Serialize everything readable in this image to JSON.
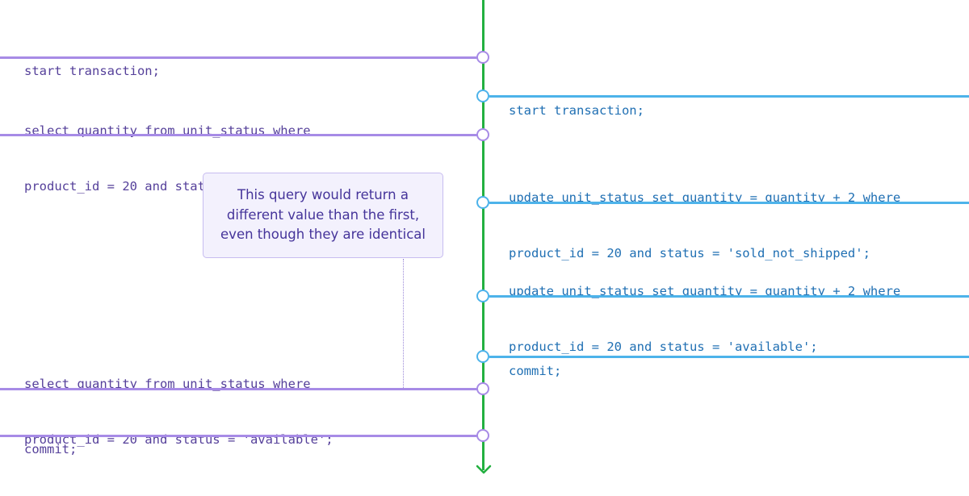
{
  "transaction_a": {
    "steps": [
      {
        "lines": [
          "start transaction;"
        ]
      },
      {
        "lines": [
          "select quantity from unit_status where",
          "product_id = 20 and status = 'available';"
        ]
      },
      {
        "lines": [
          "select quantity from unit_status where",
          "product_id = 20 and status = 'available';"
        ]
      },
      {
        "lines": [
          "commit;"
        ]
      }
    ]
  },
  "transaction_b": {
    "steps": [
      {
        "lines": [
          "start transaction;"
        ]
      },
      {
        "lines": [
          "update unit_status set quantity = quantity + 2 where",
          "product_id = 20 and status = 'sold_not_shipped';"
        ]
      },
      {
        "lines": [
          "update unit_status set quantity = quantity + 2 where",
          "product_id = 20 and status = 'available';"
        ]
      },
      {
        "lines": [
          "commit;"
        ]
      }
    ]
  },
  "callout": {
    "lines": [
      "This query would return a",
      "different value than the first,",
      "even though they are identical"
    ]
  },
  "colors": {
    "transaction_a": "#a78be6",
    "transaction_b": "#4db3ea",
    "timeline": "#23b040",
    "callout_text": "#45349a"
  },
  "icons": {
    "timeline_end": "arrow-down-icon"
  }
}
